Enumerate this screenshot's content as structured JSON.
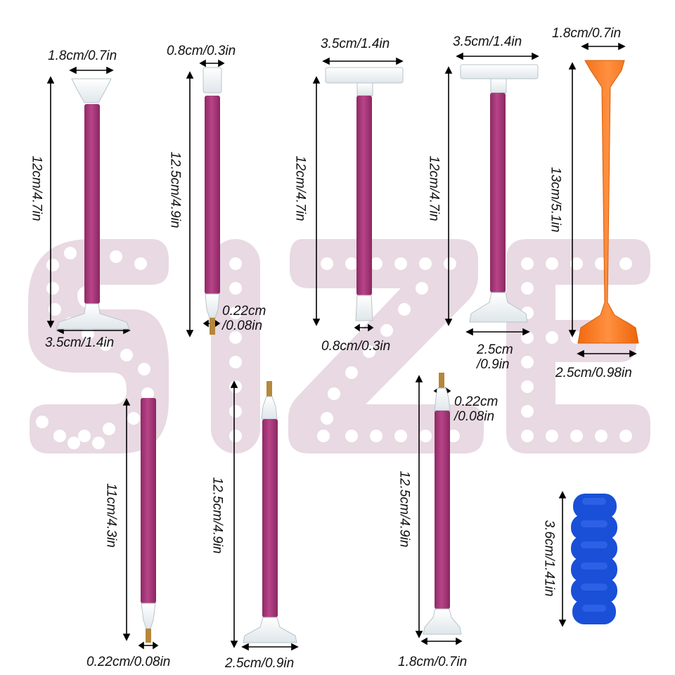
{
  "watermark": {
    "text": "SIZE",
    "color": "#e8d9e2"
  },
  "colors": {
    "body": "#a9357a",
    "tip_clear": "#eef2f4",
    "orange": "#f7771d",
    "foam": "#1a4fd8",
    "brass": "#b5873a"
  },
  "labels": {
    "p1_top": "1.8cm/0.7in",
    "p1_len": "12cm/4.7in",
    "p1_bottom": "3.5cm/1.4in",
    "p2_top": "0.8cm/0.3in",
    "p2_len": "12.5cm/4.9in",
    "p2_tip": "0.22cm\n/0.08in",
    "p3_top": "3.5cm/1.4in",
    "p3_len": "12cm/4.7in",
    "p3_bottom": "0.8cm/0.3in",
    "p4_top": "3.5cm/1.4in",
    "p4_len": "12cm/4.7in",
    "p4_bottom": "2.5cm\n/0.9in",
    "p5_top": "1.8cm/0.7in",
    "p5_len": "13cm/5.1in",
    "p5_bottom": "2.5cm/0.98in",
    "p6_len": "11cm/4.3in",
    "p6_bottom": "0.22cm/0.08in",
    "p7_len": "12.5cm/4.9in",
    "p7_bottom": "2.5cm/0.9in",
    "p8_tip": "0.22cm\n/0.08in",
    "p8_len": "12.5cm/4.9in",
    "p8_bottom": "1.8cm/0.7in",
    "grip_len": "3.6cm/1.41in"
  }
}
